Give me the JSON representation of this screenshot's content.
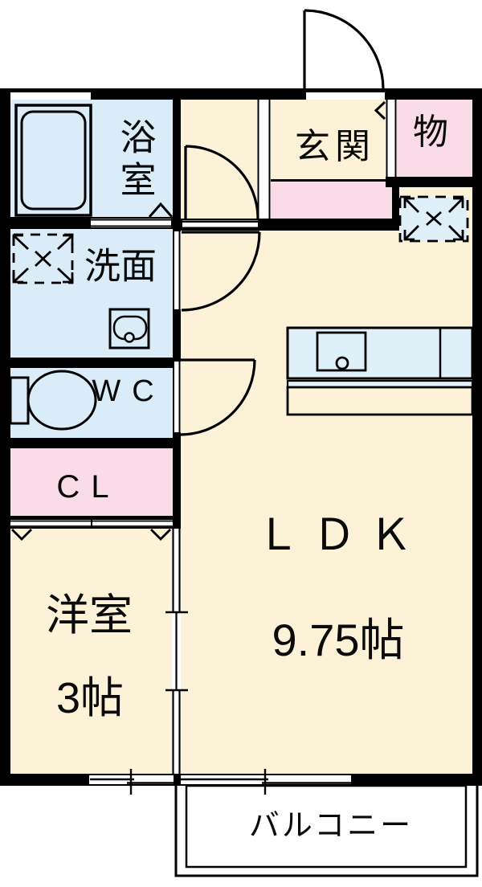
{
  "plan": {
    "rooms": {
      "bathroom": {
        "label": "浴室"
      },
      "washroom": {
        "label": "洗面"
      },
      "wc": {
        "label": "WC"
      },
      "closet": {
        "label": "CL"
      },
      "western_room": {
        "label": "洋室",
        "size": "3帖"
      },
      "entrance": {
        "label": "玄関"
      },
      "storage": {
        "label": "物"
      },
      "ldk": {
        "label": "ＬＤＫ",
        "size": "9.75帖"
      },
      "balcony": {
        "label": "バルコニー"
      }
    },
    "colors": {
      "wall": "#000000",
      "line": "#000000",
      "room_cream": "#fbf2d7",
      "room_blue": "#d9ecf7",
      "room_pink": "#f9dce8",
      "fixture_blue": "#dff0f9",
      "background": "#ffffff"
    },
    "symbols": {
      "bathtub": "bathtub-icon",
      "washing_machine_space": "washing-machine-space-icon",
      "washbasin": "washbasin-icon",
      "toilet": "toilet-icon",
      "kitchen_counter": "kitchen-sink-counter-icon",
      "refrigerator_space": "refrigerator-space-icon",
      "door_swings": "door-swing-arc-icon",
      "sliding_windows": "sliding-window-icon"
    }
  }
}
